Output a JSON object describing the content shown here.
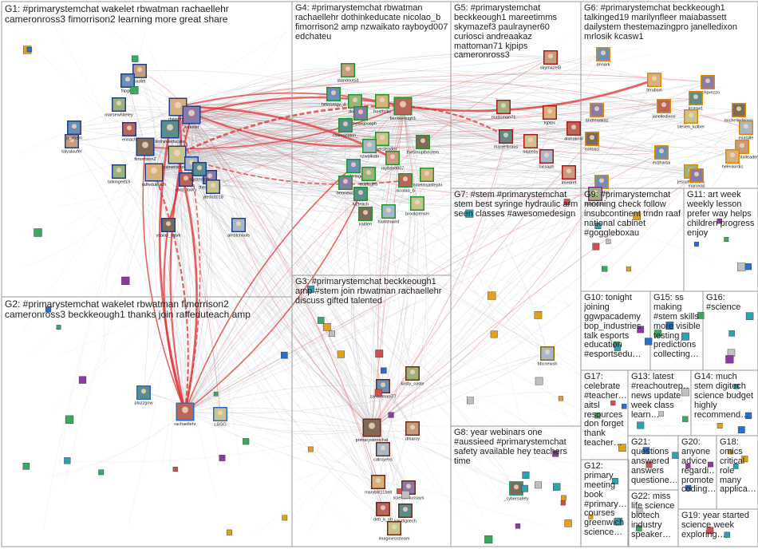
{
  "groups": [
    {
      "id": "G1",
      "label": "G1: #primarystemchat wakelet rbwatman rachaellehr cameronross3 fimorrison2 learning more great share"
    },
    {
      "id": "G2",
      "label": "G2: #primarystemchat wakelet rbwatman fimorrison2 cameronross3 beckkeough1 thanks join raffeduteach amp"
    },
    {
      "id": "G3",
      "label": "G3: #primarystemchat beckkeough1 amp #stem join rbwatman rachaellehr discuss gifted talented"
    },
    {
      "id": "G4",
      "label": "G4: #primarystemchat rbwatman rachaellehr dothinkeducate nicolao_b fimorrison2 amp nzwaikato rayboyd007 edchateu"
    },
    {
      "id": "G5",
      "label": "G5: #primarystemchat beckkeough1 mareetimms skymazef3 paulrayner60 curiosci andreaakaz mattoman71 kjpips cameronross3"
    },
    {
      "id": "G6",
      "label": "G6: #primarystemchat beckkeough1 talkinged19 marilynfleer maiabassett dailystem thestemazingpro janelledixon mrlosik kcasw1"
    },
    {
      "id": "G7",
      "label": "G7: #stem #primarystemchat stem best syringe hydraulic arm seen classes #awesomedesign"
    },
    {
      "id": "G8",
      "label": "G8: year webinars one #aussieed #primarystemchat safety available hey teachers time"
    },
    {
      "id": "G9",
      "label": "G9: #primarystemchat morning check follow insubcontinent trndn raaf national cabinet #goggleboxau"
    },
    {
      "id": "G10",
      "label": "G10: tonight joining ggwpacademy bop_industries talk esports education #esportsedu…"
    },
    {
      "id": "G11",
      "label": "G11: art week weekly lesson prefer way helps children progress enjoy"
    },
    {
      "id": "G12",
      "label": "G12: primary meeting book #primary… courses greenwich science…"
    },
    {
      "id": "G13",
      "label": "G13: latest #reachoutrep… news update week class learn…"
    },
    {
      "id": "G14",
      "label": "G14: much stem digitech science budget highly recommend…"
    },
    {
      "id": "G15",
      "label": "G15: ss making #stem skills more visible testing predictions collecting…"
    },
    {
      "id": "G16",
      "label": "G16: #science"
    },
    {
      "id": "G17",
      "label": "G17: celebrate #teacher… aitsl resources don forget thank teacher…"
    },
    {
      "id": "G18",
      "label": "G18: omics critical role many applica…"
    },
    {
      "id": "G19",
      "label": "G19: year started science week exploring…"
    },
    {
      "id": "G20",
      "label": "G20: anyone advice regardi… promote coding…"
    },
    {
      "id": "G21",
      "label": "G21: questions answered answers questione…"
    },
    {
      "id": "G22",
      "label": "G22: miss life science biotech industry speaker…"
    }
  ],
  "nodes": [
    {
      "id": "padlet",
      "label": "padlet"
    },
    {
      "id": "flipgrid",
      "label": "flipgrid"
    },
    {
      "id": "marsewhiteley",
      "label": "marsewhiteley"
    },
    {
      "id": "rbwatman",
      "label": "rbwatman"
    },
    {
      "id": "wakelet",
      "label": "wakelet"
    },
    {
      "id": "erinach",
      "label": "erinach"
    },
    {
      "id": "dothinkeducate",
      "label": "dothinkeducate"
    },
    {
      "id": "cameronross3",
      "label": "cameronross3"
    },
    {
      "id": "fimorrison2",
      "label": "fimorrison2"
    },
    {
      "id": "virtua",
      "label": "virtua"
    },
    {
      "id": "talyalaufer",
      "label": "talyalaufer"
    },
    {
      "id": "pxtram",
      "label": "p_xtram"
    },
    {
      "id": "talkinged19",
      "label": "talkinged19"
    },
    {
      "id": "raffeduteach",
      "label": "raffeduteach"
    },
    {
      "id": "thesarormit",
      "label": "thesarormit"
    },
    {
      "id": "cass_lowry",
      "label": "cass_lowry"
    },
    {
      "id": "sarandsth",
      "label": "sarandsth"
    },
    {
      "id": "ytedu2018",
      "label": "ytedu2018"
    },
    {
      "id": "ysaias_mark",
      "label": "ysaias_mark"
    },
    {
      "id": "amstchools",
      "label": "amstchools"
    },
    {
      "id": "standoutsd",
      "label": "standoutsd"
    },
    {
      "id": "helenergy_4",
      "label": "helenergy_4"
    },
    {
      "id": "dothiw",
      "label": "dothiw"
    },
    {
      "id": "frosthcks",
      "label": "frosthcks"
    },
    {
      "id": "matthewsjoseph",
      "label": "matthewsjoseph"
    },
    {
      "id": "beckkeough1",
      "label": "beckkeough1"
    },
    {
      "id": "claireseldon",
      "label": "claireseldon_"
    },
    {
      "id": "teachersleader",
      "label": "teachersleader"
    },
    {
      "id": "thesmupthectem",
      "label": "thesmupthectem"
    },
    {
      "id": "nzwaikato",
      "label": "nzwaikato"
    },
    {
      "id": "rayboyd007",
      "label": "rayboyd007"
    },
    {
      "id": "ponderingdo",
      "label": "ponderingdo"
    },
    {
      "id": "edchateu",
      "label": "edchateu"
    },
    {
      "id": "mmelissastephi",
      "label": "mmelissastephi"
    },
    {
      "id": "bennewa",
      "label": "bennewa"
    },
    {
      "id": "nicolao_b",
      "label": "nicolao_b"
    },
    {
      "id": "lv2teach",
      "label": "lv2teach"
    },
    {
      "id": "brooksensei",
      "label": "brooksensei"
    },
    {
      "id": "kaitlen",
      "label": "kaitlen"
    },
    {
      "id": "harktmwird",
      "label": "harktmwird"
    },
    {
      "id": "skymazef3",
      "label": "skymazef3"
    },
    {
      "id": "annark",
      "label": "annark"
    },
    {
      "id": "mattoman71",
      "label": "mattoman71"
    },
    {
      "id": "kjpips",
      "label": "kjpips"
    },
    {
      "id": "andreaakaz",
      "label": "andreaakaz"
    },
    {
      "id": "alahakrist",
      "label": "alahakrist"
    },
    {
      "id": "mareetimms",
      "label": "mareetimms"
    },
    {
      "id": "najeeby",
      "label": "najeeby"
    },
    {
      "id": "curiosci",
      "label": "curiosci"
    },
    {
      "id": "nicsaph",
      "label": "nicsaph"
    },
    {
      "id": "lmertret",
      "label": "lmertret"
    },
    {
      "id": "nicteng",
      "label": "nicteng"
    },
    {
      "id": "nictongino",
      "label": "nictongino"
    },
    {
      "id": "terubsin",
      "label": "terubsin"
    },
    {
      "id": "teachprezzo",
      "label": "teachprezzo"
    },
    {
      "id": "janelledixon",
      "label": "janelledixon"
    },
    {
      "id": "kcasw1",
      "label": "kcasw1"
    },
    {
      "id": "steven_kolber",
      "label": "steven_kolber"
    },
    {
      "id": "michelledennis",
      "label": "michelledennis"
    },
    {
      "id": "miatalle",
      "label": "miatalle"
    },
    {
      "id": "accidentalleader",
      "label": "accidentalleader"
    },
    {
      "id": "evshartai",
      "label": "evshartai"
    },
    {
      "id": "jesschambers",
      "label": "jesschambers"
    },
    {
      "id": "helenkirdis",
      "label": "helenkirdis"
    },
    {
      "id": "maroxas",
      "label": "maroxas"
    },
    {
      "id": "rachaellehr",
      "label": "rachaellehr"
    },
    {
      "id": "plazzgow",
      "label": "plazzgow"
    },
    {
      "id": "lego",
      "label": "LEGO"
    },
    {
      "id": "primarystemchat",
      "label": "primarystemchat"
    },
    {
      "id": "catroyens",
      "label": "catroyens"
    },
    {
      "id": "dmaroy",
      "label": "dmaroy"
    },
    {
      "id": "zaratamani77",
      "label": "zaratamani77"
    },
    {
      "id": "kirsty_coste",
      "label": "kirsty_coste"
    },
    {
      "id": "marybel11bell",
      "label": "marybel11bell"
    },
    {
      "id": "science4ussays",
      "label": "science4ussays"
    },
    {
      "id": "deb_k_sb",
      "label": "deb_k_sb"
    },
    {
      "id": "kevdigitech",
      "label": "kevdigitech"
    },
    {
      "id": "imaginesrsteam",
      "label": "imaginesrsteam"
    },
    {
      "id": "_cybersafety",
      "label": "_cybersafety"
    },
    {
      "id": "bbcnewsh",
      "label": "bbcnewsh"
    }
  ]
}
